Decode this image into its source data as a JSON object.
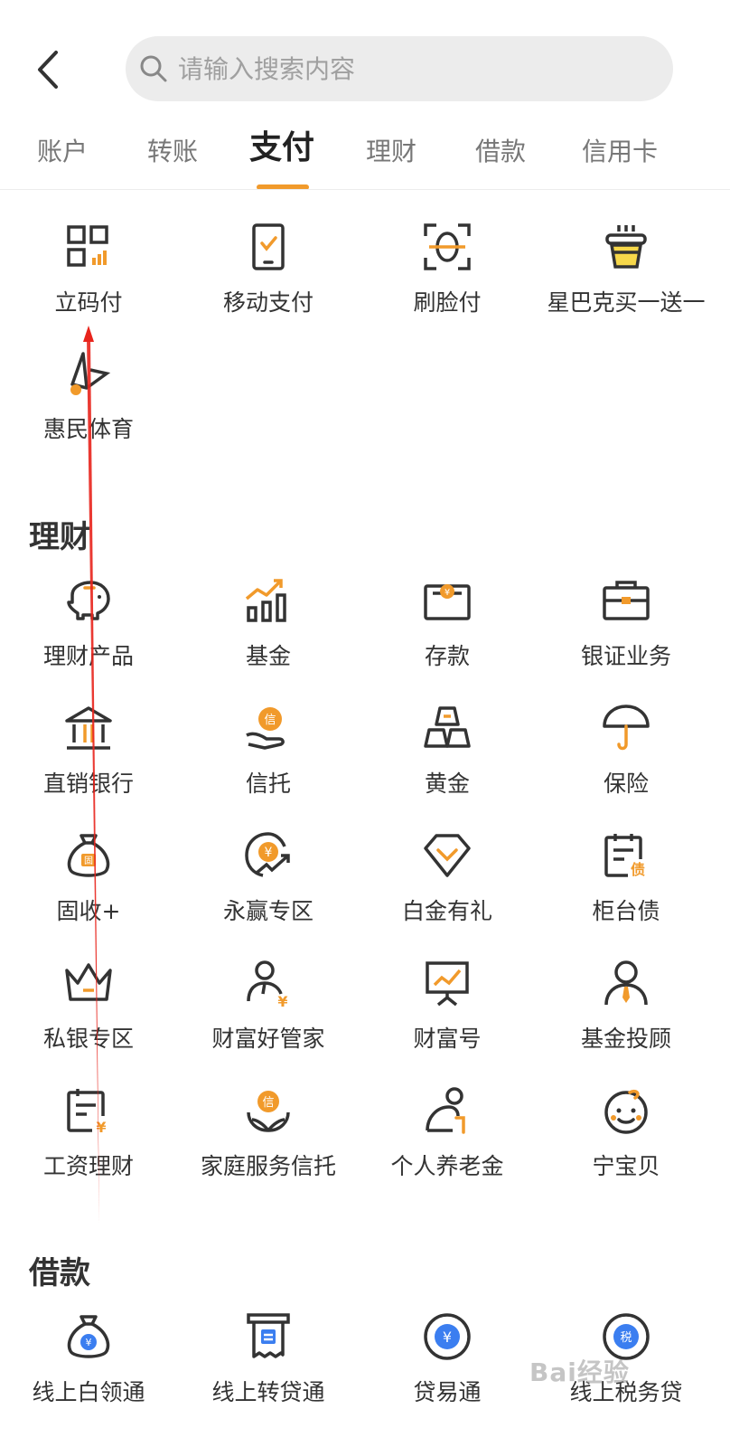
{
  "search": {
    "placeholder": "请输入搜索内容"
  },
  "tabs": [
    {
      "label": "账户"
    },
    {
      "label": "转账"
    },
    {
      "label": "支付"
    },
    {
      "label": "理财"
    },
    {
      "label": "借款"
    },
    {
      "label": "信用卡"
    }
  ],
  "active_tab": "支付",
  "pay": {
    "items": [
      {
        "label": "立码付",
        "icon": "qr-code-icon"
      },
      {
        "label": "移动支付",
        "icon": "mobile-pay-icon"
      },
      {
        "label": "刷脸付",
        "icon": "face-scan-icon"
      },
      {
        "label": "星巴克买一送一",
        "icon": "coffee-cup-icon"
      },
      {
        "label": "惠民体育",
        "icon": "badminton-icon"
      }
    ]
  },
  "licai": {
    "title": "理财",
    "items": [
      {
        "label": "理财产品",
        "icon": "piggy-bank-icon"
      },
      {
        "label": "基金",
        "icon": "fund-chart-icon"
      },
      {
        "label": "存款",
        "icon": "deposit-icon"
      },
      {
        "label": "银证业务",
        "icon": "briefcase-icon"
      },
      {
        "label": "直销银行",
        "icon": "bank-building-icon"
      },
      {
        "label": "信托",
        "icon": "trust-hand-icon"
      },
      {
        "label": "黄金",
        "icon": "gold-bars-icon"
      },
      {
        "label": "保险",
        "icon": "umbrella-icon"
      },
      {
        "label": "固收+",
        "icon": "money-bag-icon"
      },
      {
        "label": "永赢专区",
        "icon": "yuan-growth-icon"
      },
      {
        "label": "白金有礼",
        "icon": "diamond-icon"
      },
      {
        "label": "柜台债",
        "icon": "bond-calendar-icon"
      },
      {
        "label": "私银专区",
        "icon": "crown-icon"
      },
      {
        "label": "财富好管家",
        "icon": "wealth-manager-icon"
      },
      {
        "label": "财富号",
        "icon": "presentation-board-icon"
      },
      {
        "label": "基金投顾",
        "icon": "advisor-icon"
      },
      {
        "label": "工资理财",
        "icon": "salary-icon"
      },
      {
        "label": "家庭服务信托",
        "icon": "family-trust-icon"
      },
      {
        "label": "个人养老金",
        "icon": "elderly-cane-icon"
      },
      {
        "label": "宁宝贝",
        "icon": "baby-face-icon"
      }
    ]
  },
  "loan": {
    "title": "借款",
    "items": [
      {
        "label": "线上白领通",
        "icon": "loan-bag-icon"
      },
      {
        "label": "线上转贷通",
        "icon": "receipt-icon"
      },
      {
        "label": "贷易通",
        "icon": "yuan-coin-icon"
      },
      {
        "label": "线上税务贷",
        "icon": "tax-coin-icon"
      }
    ]
  },
  "watermark": "Bai经验",
  "colors": {
    "accent": "#f19a2b",
    "icon_dark": "#333333",
    "annotation_arrow": "#e8241c"
  }
}
